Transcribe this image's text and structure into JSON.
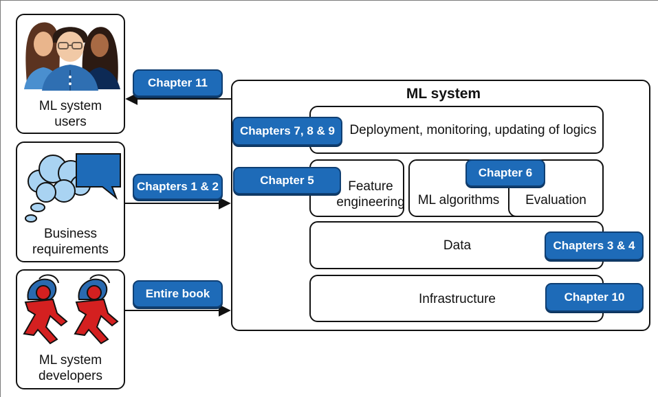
{
  "actors": {
    "users_label": "ML system\nusers",
    "business_label": "Business\nrequirements",
    "developers_label": "ML system\ndevelopers"
  },
  "arrows": {
    "users_chapter": "Chapter 11",
    "business_chapter": "Chapters 1 & 2",
    "developers_chapter": "Entire book"
  },
  "system": {
    "title": "ML system",
    "deployment": "Deployment, monitoring, updating of logics",
    "deployment_chapter": "Chapters 7, 8 & 9",
    "feature_engineering": "Feature\nengineering",
    "feature_chapter": "Chapter 5",
    "ml_algorithms": "ML algorithms",
    "evaluation": "Evaluation",
    "algorithms_chapter": "Chapter 6",
    "data": "Data",
    "data_chapter": "Chapters 3 & 4",
    "infrastructure": "Infrastructure",
    "infrastructure_chapter": "Chapter 10"
  },
  "colors": {
    "badge": "#1e6bb8",
    "badge_border": "#0f3f73",
    "cloud": "#a9d3f2",
    "speech_bubble": "#1e6bb8",
    "runner": "#d42020",
    "helmet": "#2a6ab0"
  },
  "icons": [
    "people-group-icon",
    "thought-cloud-icon",
    "speech-bubble-icon",
    "running-developer-icon"
  ]
}
